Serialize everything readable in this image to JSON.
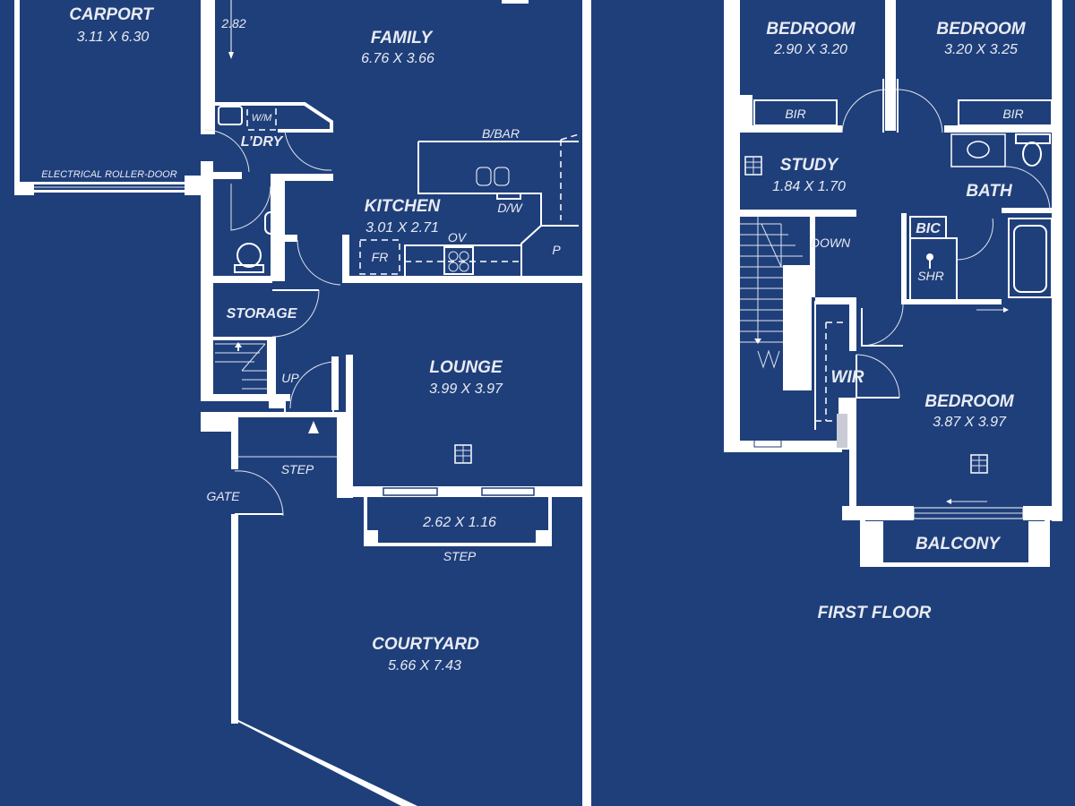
{
  "colors": {
    "background": "#1f3f7b",
    "walls": "#ffffff",
    "text": "#e8ebf2"
  },
  "ground_floor": {
    "carport": {
      "name": "CARPORT",
      "size": "3.11 X 6.30"
    },
    "carport_door": "ELECTRICAL ROLLER-DOOR",
    "family_dim": "2.82",
    "family": {
      "name": "FAMILY",
      "size": "6.76 X 3.66"
    },
    "laundry": {
      "name": "L’DRY",
      "wm": "W/M"
    },
    "kitchen": {
      "name": "KITCHEN",
      "size": "3.01 X 2.71",
      "bbar": "B/BAR",
      "dw": "D/W",
      "ov": "OV",
      "fr": "FR",
      "p": "P"
    },
    "storage": {
      "name": "STORAGE",
      "up": "UP"
    },
    "lounge": {
      "name": "LOUNGE",
      "size": "3.99 X 3.97"
    },
    "entry_step": "STEP",
    "gate": "GATE",
    "porch": {
      "size": "2.62 X 1.16",
      "step": "STEP"
    },
    "courtyard": {
      "name": "COURTYARD",
      "size": "5.66 X 7.43"
    }
  },
  "first_floor": {
    "title": "FIRST FLOOR",
    "bedroom1": {
      "name": "BEDROOM",
      "size": "2.90 X 3.20",
      "bir": "BIR"
    },
    "bedroom2": {
      "name": "BEDROOM",
      "size": "3.20 X 3.25",
      "bir": "BIR"
    },
    "study": {
      "name": "STUDY",
      "size": "1.84 X 1.70"
    },
    "bath": {
      "name": "BATH",
      "bic": "BIC",
      "shr": "SHR"
    },
    "stairs": "DOWN",
    "wir": "WIR",
    "bedroom3": {
      "name": "BEDROOM",
      "size": "3.87 X 3.97"
    },
    "balcony": "BALCONY"
  }
}
